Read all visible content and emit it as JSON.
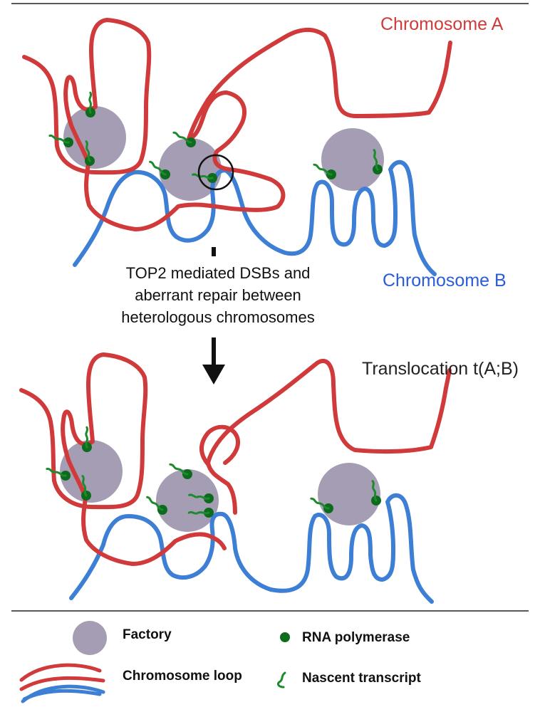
{
  "labels": {
    "chromosome_a": "Chromosome A",
    "chromosome_b": "Chromosome B",
    "step_text": "TOP2 mediated DSBs and aberrant repair between heterologous chromosomes",
    "translocation": "Translocation t(A;B)"
  },
  "legend": {
    "factory": "Factory",
    "rna_polymerase": "RNA polymerase",
    "chromosome_loop": "Chromosome loop",
    "nascent_transcript": "Nascent transcript"
  },
  "colors": {
    "chromosome_a": "#d03a3a",
    "chromosome_b": "#3d7fd4",
    "factory": "#a59db3",
    "rna_polymerase": "#0d6b1e",
    "transcript": "#1d8a2e",
    "break_circle": "#111111"
  },
  "icons": {
    "factory": "factory-circle-icon",
    "polymerase": "rna-polymerase-dot-icon",
    "transcript": "nascent-transcript-squiggle-icon",
    "loop": "chromosome-loop-icon",
    "break": "break-site-circle-icon",
    "arrow": "down-arrow-icon"
  }
}
